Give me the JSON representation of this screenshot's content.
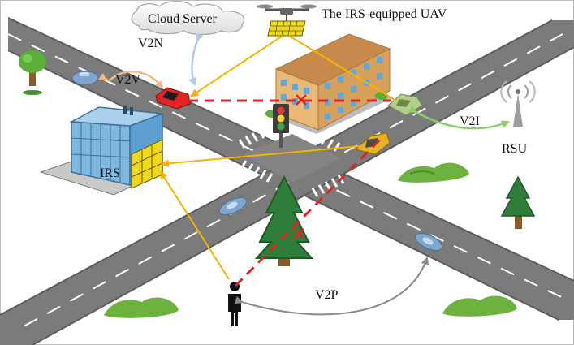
{
  "labels": {
    "cloud": "Cloud Server",
    "uav": "The IRS-equipped UAV",
    "v2n": "V2N",
    "v2v": "V2V",
    "v2i": "V2I",
    "rsu": "RSU",
    "irs": "IRS",
    "v2p": "V2P"
  },
  "colors": {
    "road": "#7b7b7b",
    "road_edge": "#5d5d5d",
    "grass": "#6db23f",
    "irs_panel": "#f0d81c",
    "reflect_link": "#f5b400",
    "blocked_link": "#e32222",
    "v2v_arrow": "#f7c9a6",
    "v2n_arrow": "#c9d6ec",
    "v2i_arrow": "#8fca6c",
    "v2p_arrow": "#8a8a8a",
    "building_glass": "#7fb7df",
    "apartment": "#e9b776"
  },
  "icons": [
    "cloud-icon",
    "uav-icon",
    "irs-building-icon",
    "apartment-building-icon",
    "traffic-light-icon",
    "rsu-tower-icon",
    "pedestrian-icon",
    "tree-icon",
    "car-icon",
    "bush-icon"
  ]
}
